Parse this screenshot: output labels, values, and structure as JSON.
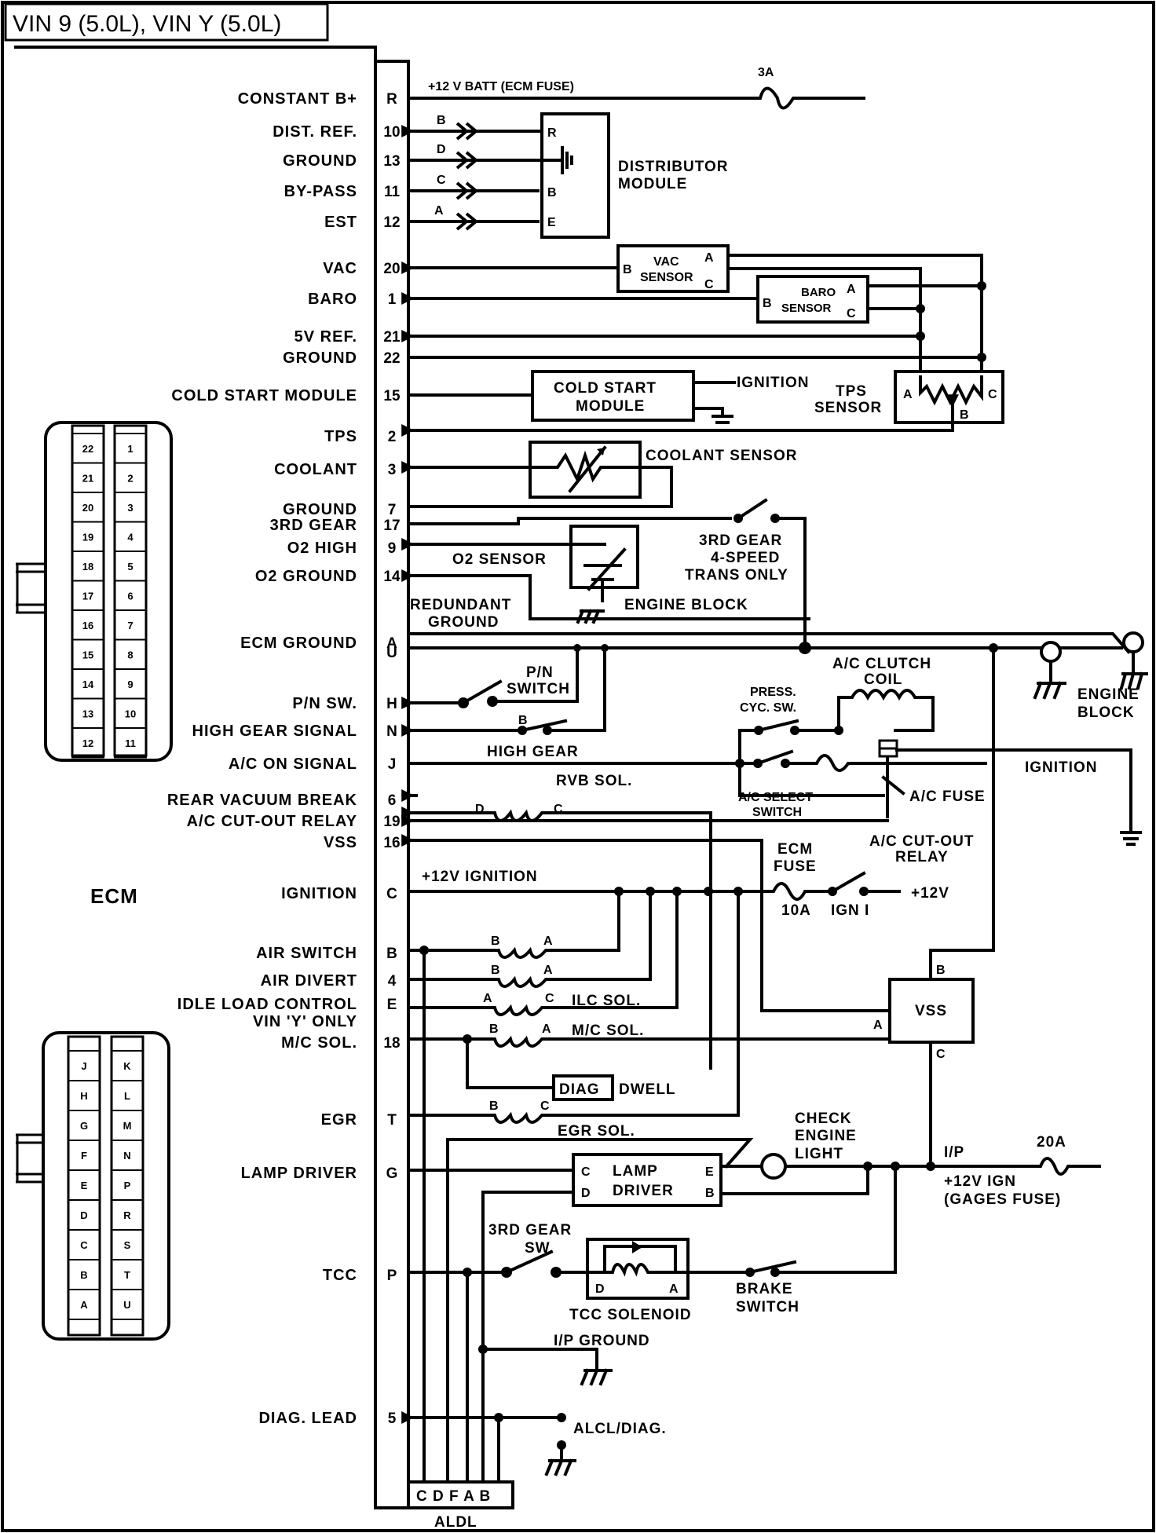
{
  "title": "VIN 9 (5.0L), VIN Y (5.0L)",
  "ecm": {
    "label": "ECM",
    "pins": [
      {
        "name": "CONSTANT B+",
        "id": "R"
      },
      {
        "name": "DIST. REF.",
        "id": "10"
      },
      {
        "name": "GROUND",
        "id": "13"
      },
      {
        "name": "BY-PASS",
        "id": "11"
      },
      {
        "name": "EST",
        "id": "12"
      },
      {
        "name": "VAC",
        "id": "20"
      },
      {
        "name": "BARO",
        "id": "1"
      },
      {
        "name": "5V REF.",
        "id": "21"
      },
      {
        "name": "GROUND",
        "id": "22"
      },
      {
        "name": "COLD START MODULE",
        "id": "15"
      },
      {
        "name": "TPS",
        "id": "2"
      },
      {
        "name": "COOLANT",
        "id": "3"
      },
      {
        "name": "GROUND",
        "id": "7"
      },
      {
        "name": "3RD GEAR",
        "id": "17"
      },
      {
        "name": "O2 HIGH",
        "id": "9"
      },
      {
        "name": "O2 GROUND",
        "id": "14"
      },
      {
        "name": "ECM GROUND",
        "id": "A"
      },
      {
        "name": "",
        "id": "U"
      },
      {
        "name": "P/N SW.",
        "id": "H"
      },
      {
        "name": "HIGH GEAR SIGNAL",
        "id": "N"
      },
      {
        "name": "A/C ON SIGNAL",
        "id": "J"
      },
      {
        "name": "REAR VACUUM BREAK",
        "id": "6"
      },
      {
        "name": "A/C CUT-OUT RELAY",
        "id": "19"
      },
      {
        "name": "VSS",
        "id": "16"
      },
      {
        "name": "IGNITION",
        "id": "C"
      },
      {
        "name": "AIR SWITCH",
        "id": "B"
      },
      {
        "name": "AIR DIVERT",
        "id": "4"
      },
      {
        "name": "IDLE LOAD CONTROL",
        "id": "E"
      },
      {
        "name": "VIN 'Y' ONLY",
        "id": ""
      },
      {
        "name": "M/C SOL.",
        "id": "18"
      },
      {
        "name": "EGR",
        "id": "T"
      },
      {
        "name": "LAMP DRIVER",
        "id": "G"
      },
      {
        "name": "TCC",
        "id": "P"
      },
      {
        "name": "DIAG. LEAD",
        "id": "5"
      }
    ]
  },
  "connector_numeric": {
    "left": [
      "22",
      "21",
      "20",
      "19",
      "18",
      "17",
      "16",
      "15",
      "14",
      "13",
      "12"
    ],
    "right": [
      "1",
      "2",
      "3",
      "4",
      "5",
      "6",
      "7",
      "8",
      "9",
      "10",
      "11"
    ]
  },
  "connector_alpha": {
    "left": [
      "J",
      "H",
      "G",
      "F",
      "E",
      "D",
      "C",
      "B",
      "A"
    ],
    "right": [
      "K",
      "L",
      "M",
      "N",
      "P",
      "R",
      "S",
      "T",
      "U"
    ]
  },
  "labels": {
    "batt": "+12 V BATT (ECM FUSE)",
    "fuse_3a": "3A",
    "dist_wire_b": "B",
    "dist_wire_d": "D",
    "dist_wire_c": "C",
    "dist_wire_a": "A",
    "dist_pin_r": "R",
    "dist_pin_b": "B",
    "dist_pin_e": "E",
    "dist_module_1": "DISTRIBUTOR",
    "dist_module_2": "MODULE",
    "vac_sensor_1": "VAC",
    "vac_sensor_2": "SENSOR",
    "baro_sensor_1": "BARO",
    "baro_sensor_2": "SENSOR",
    "pin_a": "A",
    "pin_b": "B",
    "pin_c": "C",
    "pin_d": "D",
    "pin_e": "E",
    "cold_start_1": "COLD START",
    "cold_start_2": "MODULE",
    "ignition": "IGNITION",
    "tps_sensor_1": "TPS",
    "tps_sensor_2": "SENSOR",
    "coolant_sensor": "COOLANT SENSOR",
    "o2_sensor": "O2 SENSOR",
    "engine_block": "ENGINE BLOCK",
    "third_gear_1": "3RD GEAR",
    "third_gear_2": "4-SPEED",
    "third_gear_3": "TRANS ONLY",
    "redundant_1": "REDUNDANT",
    "redundant_2": "GROUND",
    "pn_switch_1": "P/N",
    "pn_switch_2": "SWITCH",
    "high_gear": "HIGH GEAR",
    "ac_clutch_1": "A/C CLUTCH",
    "ac_clutch_2": "COIL",
    "press_cyc_1": "PRESS.",
    "press_cyc_2": "CYC. SW.",
    "engine_block_1": "ENGINE",
    "engine_block_2": "BLOCK",
    "ac_select_1": "A/C SELECT",
    "ac_select_2": "SWITCH",
    "ac_fuse": "A/C FUSE",
    "ac_cutout_1": "A/C CUT-OUT",
    "ac_cutout_2": "RELAY",
    "rvb_sol": "RVB SOL.",
    "ign_12v": "+12V IGNITION",
    "ecm_fuse_1": "ECM",
    "ecm_fuse_2": "FUSE",
    "fuse_10a": "10A",
    "ign_1": "IGN I",
    "plus_12v": "+12V",
    "vss": "VSS",
    "ilc_sol": "ILC SOL.",
    "mc_sol": "M/C SOL.",
    "diag": "DIAG",
    "dwell": "DWELL",
    "egr_sol": "EGR SOL.",
    "check_engine_1": "CHECK",
    "check_engine_2": "ENGINE",
    "check_engine_3": "LIGHT",
    "lamp_driver_1": "LAMP",
    "lamp_driver_2": "DRIVER",
    "ip": "I/P",
    "fuse_20a": "20A",
    "gages_1": "+12V IGN",
    "gages_2": "(GAGES FUSE)",
    "third_gear_sw_1": "3RD GEAR",
    "third_gear_sw_2": "SW.",
    "tcc_solenoid": "TCC SOLENOID",
    "brake_1": "BRAKE",
    "brake_2": "SWITCH",
    "ip_ground": "I/P GROUND",
    "alcl_diag": "ALCL/DIAG.",
    "aldl_pins": "C D F A B",
    "aldl": "ALDL"
  }
}
